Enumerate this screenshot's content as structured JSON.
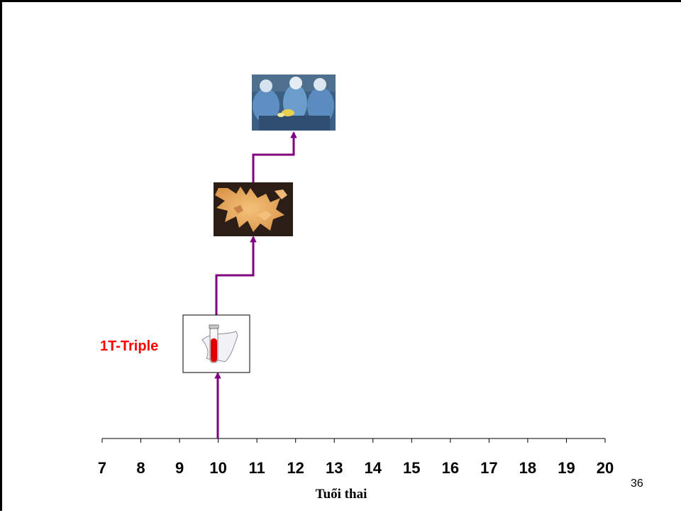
{
  "timeline": {
    "ticks": [
      "7",
      "8",
      "9",
      "10",
      "11",
      "12",
      "13",
      "14",
      "15",
      "16",
      "17",
      "18",
      "19",
      "20"
    ],
    "axis_title": "Tuổi thai"
  },
  "test_label": "1T-Triple",
  "page_number": "36",
  "colors": {
    "arrow": "#800080",
    "test_label": "#ff0000",
    "axis": "#000000"
  },
  "images": {
    "blood_tube": "blood-test-tube-icon",
    "specimen": "chorionic-villi-specimen-photo",
    "surgery": "surgical-team-photo"
  }
}
